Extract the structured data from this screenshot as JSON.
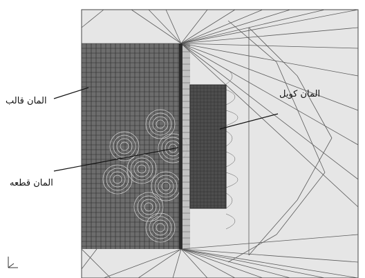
{
  "labels": {
    "mold": "المان قالب",
    "coil": "المان کويل",
    "workpiece": "المان قطعه"
  },
  "colors": {
    "background": "#ffffff",
    "meshArea": "#e6e6e6",
    "moldFill": "#6d6d6d",
    "coilFill": "#4e4e4e",
    "gridLine": "#2a2a2a",
    "meshLine": "#5a5a5a"
  },
  "icons": {
    "axis_triad": "axis-triad-icon"
  }
}
